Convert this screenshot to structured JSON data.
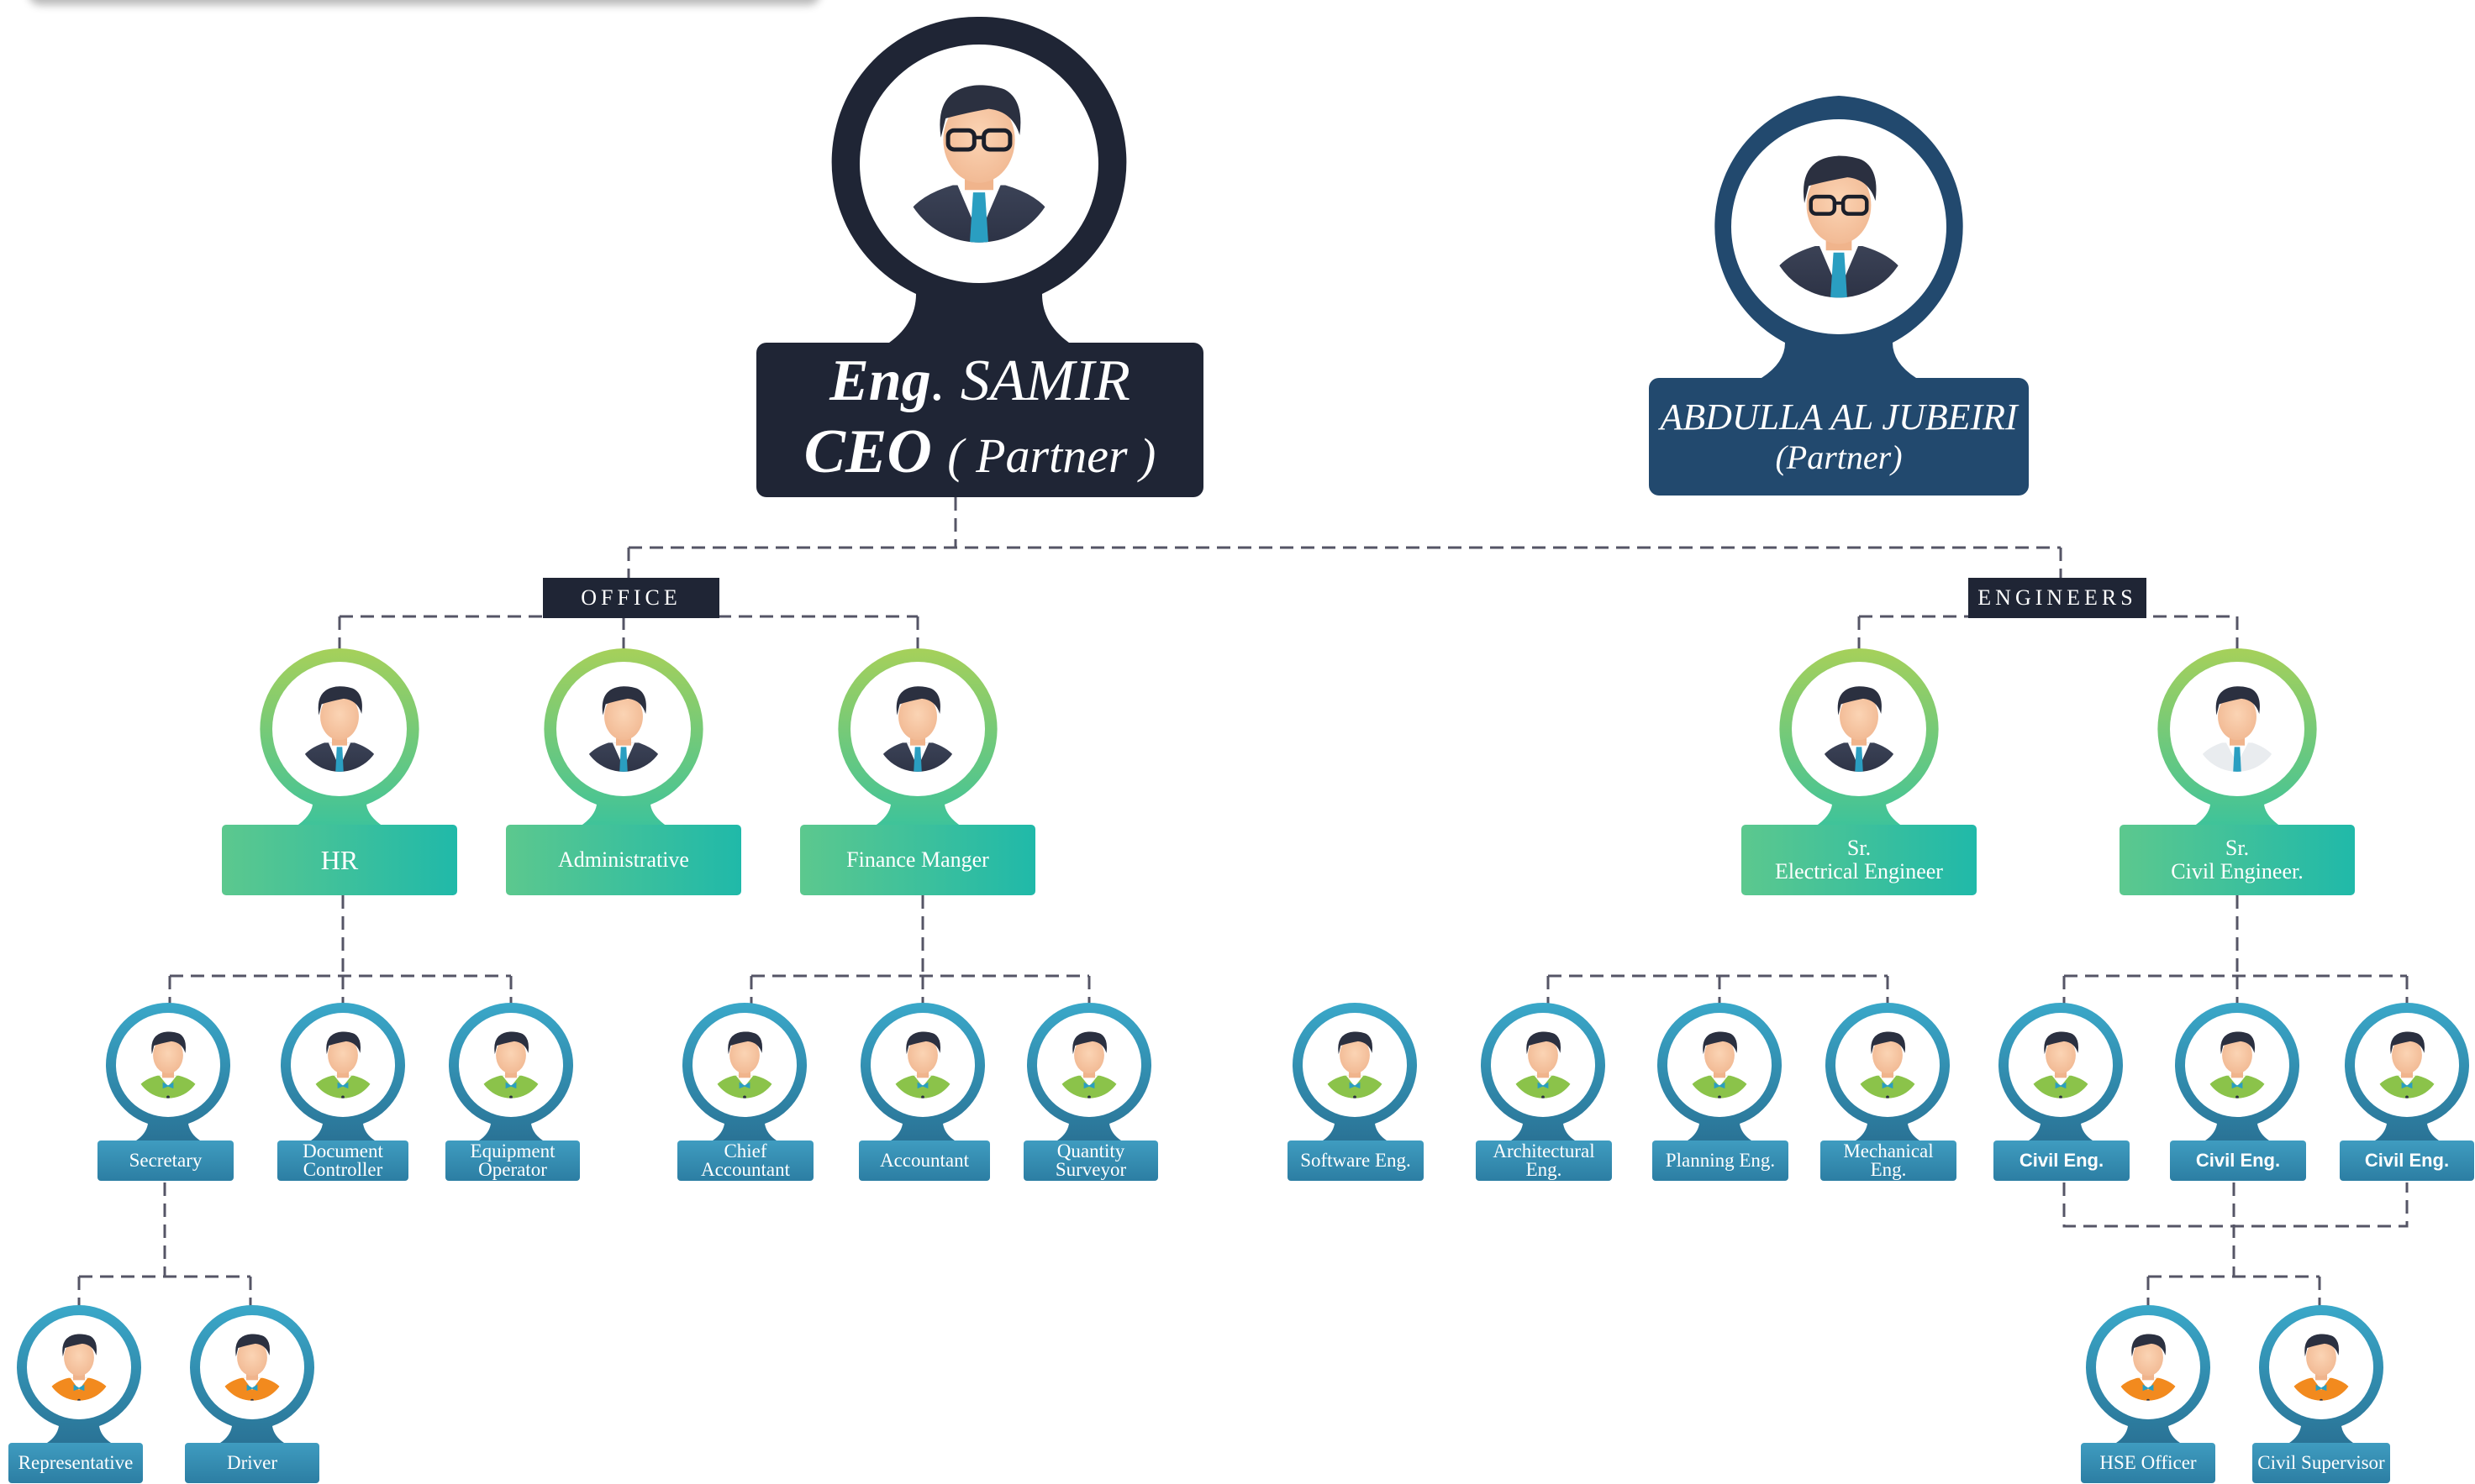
{
  "ceo": {
    "line1_eng": "Eng",
    "line1_rest": ". SAMIR",
    "line2_title": "CEO",
    "line2_partner": "( Partner )"
  },
  "partner": {
    "name": "ABDULLA AL JUBEIRI",
    "role": "(Partner)"
  },
  "departments": {
    "office": "OFFICE",
    "engineers": "ENGINEERS"
  },
  "managers": {
    "hr": "HR",
    "administrative": "Administrative",
    "finance": "Finance Manger",
    "electrical": [
      "Sr.",
      "Electrical Engineer"
    ],
    "civil": [
      "Sr.",
      "Civil Engineer."
    ]
  },
  "hr_staff": {
    "secretary": "Secretary",
    "document_controller": [
      "Document",
      "Controller"
    ],
    "equipment_operator": [
      "Equipment",
      "Operator"
    ]
  },
  "finance_staff": {
    "chief_accountant": [
      "Chief",
      "Accountant"
    ],
    "accountant": "Accountant",
    "quantity_surveyor": [
      "Quantity",
      "Surveyor"
    ]
  },
  "engineering_staff": {
    "software": "Software Eng.",
    "architectural": [
      "Architectural",
      "Eng."
    ],
    "planning": "Planning Eng.",
    "mechanical": "Mechanical Eng."
  },
  "civil_staff": {
    "civil_1": "Civil Eng.",
    "civil_2": "Civil Eng.",
    "civil_3": "Civil Eng."
  },
  "secretary_staff": {
    "representative": "Representative",
    "driver": "Driver"
  },
  "site_staff": {
    "hse_officer": "HSE Officer",
    "civil_supervisor": "Civil Supervisor"
  },
  "colors": {
    "dark_navy": "#1f2535",
    "partner_blue": "#22496e",
    "manager_green": "#5cc88e",
    "manager_teal": "#20b9a9",
    "employee_blue": "#2f86aa",
    "ring_teal": "#2e8fae",
    "connector": "#555566"
  },
  "icons": {
    "executive": "man-with-glasses-suit-icon",
    "manager": "man-in-suit-icon",
    "staff": "man-green-shirt-icon",
    "field": "man-orange-vest-icon"
  }
}
